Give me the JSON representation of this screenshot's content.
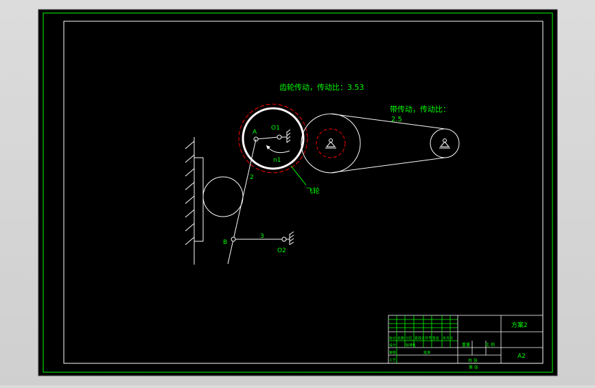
{
  "colors": {
    "viewport_bg": "#d4d4d4",
    "paper": "#000000",
    "frame_green": "#00ff00",
    "line_white": "#ffffff",
    "gear_red": "#ff0000",
    "text_green": "#00ff00"
  },
  "annotations": {
    "gear_drive": "齿轮传动，传动比：3.53",
    "belt_drive_line1": "带传动，传动比：",
    "belt_drive_line2": "2.5",
    "flywheel": "飞轮",
    "point_a": "A",
    "point_b": "B",
    "pivot_o1": "O1",
    "pivot_o2": "O2",
    "link_2": "2",
    "link_3": "3",
    "speed_n": "n1"
  },
  "title_block": {
    "scheme": "方案2",
    "size": "A2",
    "scale_label": "比 例",
    "material_label": "重量",
    "qty_label": "共 张",
    "sheet_label": "第 张",
    "left_cells": [
      "标记",
      "处数",
      "分区",
      "更改文件号",
      "签名",
      "年月日",
      "设计",
      "标准化",
      "审核",
      "工艺",
      "批准"
    ]
  }
}
